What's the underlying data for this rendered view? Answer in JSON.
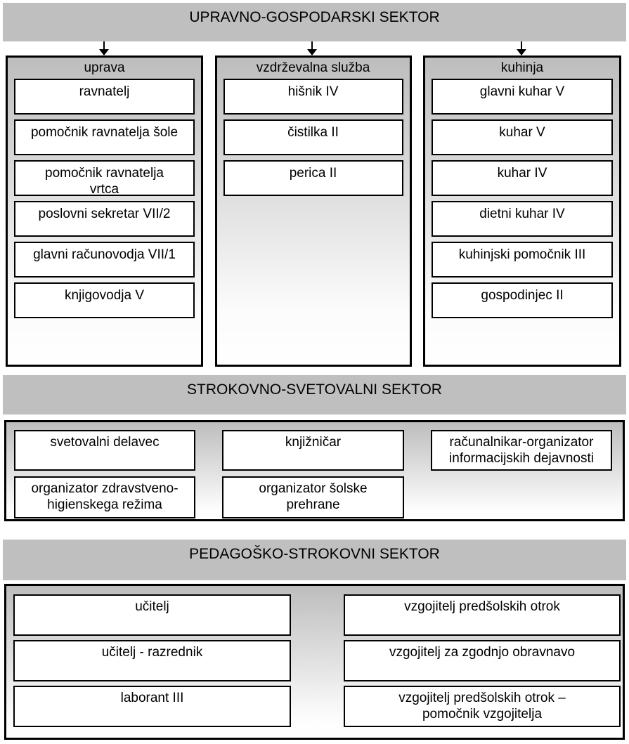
{
  "colors": {
    "banner_gray": "#bfbfbf",
    "panel_gradient_top": "#bdbdbd",
    "panel_gradient_bottom": "#ffffff",
    "box_background": "#ffffff",
    "border": "#000000",
    "text": "#000000"
  },
  "sectors": {
    "upravno_gospodarski": {
      "title": "UPRAVNO-GOSPODARSKI SEKTOR",
      "columns": [
        {
          "header": "uprava",
          "items": [
            "ravnatelj",
            "pomočnik ravnatelja šole",
            "pomočnik ravnatelja\nvrtca",
            "poslovni sekretar VII/2",
            "glavni računovodja VII/1",
            "knjigovodja V"
          ]
        },
        {
          "header": "vzdrževalna služba",
          "items": [
            "hišnik IV",
            "čistilka II",
            "perica II"
          ]
        },
        {
          "header": "kuhinja",
          "items": [
            "glavni kuhar V",
            "kuhar V",
            "kuhar IV",
            "dietni kuhar IV",
            "kuhinjski pomočnik III",
            "gospodinjec II"
          ]
        }
      ]
    },
    "strokovno_svetovalni": {
      "title": "STROKOVNO-SVETOVALNI SEKTOR",
      "row1": [
        "svetovalni delavec",
        "knjižničar",
        "računalnikar-organizator\ninformacijskih dejavnosti"
      ],
      "row2": [
        "organizator zdravstveno-\nhigienskega režima",
        "organizator šolske\nprehrane"
      ]
    },
    "pedagosko_strokovni": {
      "title": "PEDAGOŠKO-STROKOVNI SEKTOR",
      "left": [
        "učitelj",
        "učitelj - razrednik",
        "laborant III"
      ],
      "right": [
        "vzgojitelj predšolskih otrok",
        "vzgojitelj za zgodnjo obravnavo",
        "vzgojitelj predšolskih otrok –\npomočnik vzgojitelja"
      ]
    }
  }
}
